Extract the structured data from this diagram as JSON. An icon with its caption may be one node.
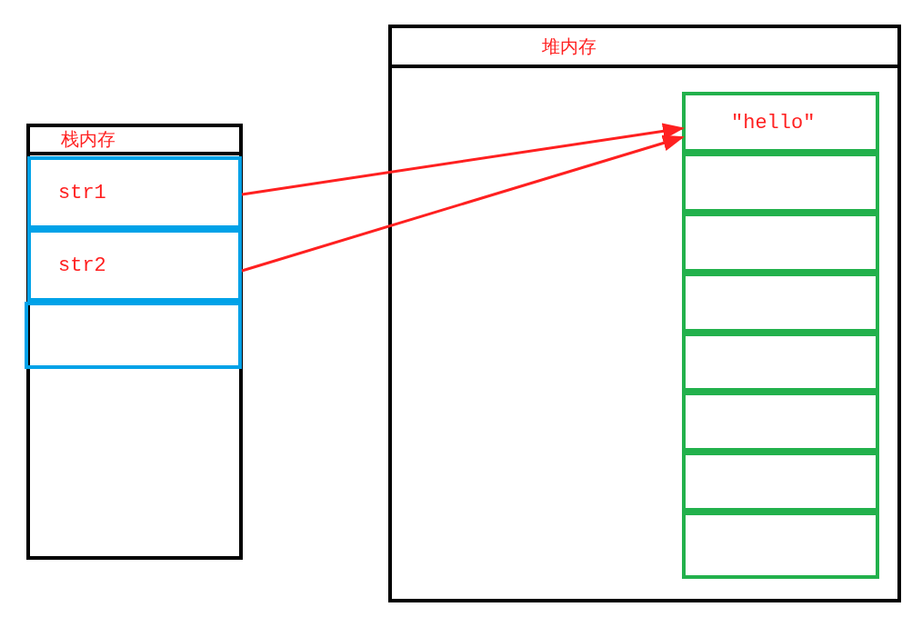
{
  "diagram": {
    "nodes": [
      {
        "text": [
          "栈内存"
        ]
      },
      {
        "text": [
          "str1"
        ],
        "in": 0
      },
      {
        "text": [
          "str2"
        ],
        "in": 0
      },
      {
        "text": [],
        "shape": "box",
        "in": 0
      },
      {
        "text": [
          "堆内存"
        ]
      },
      {
        "text": [
          "\"hello\""
        ],
        "in": 4
      },
      {
        "text": [],
        "shape": "box",
        "in": 4
      },
      {
        "text": [],
        "shape": "box",
        "in": 4
      },
      {
        "text": [],
        "shape": "box",
        "in": 4
      },
      {
        "text": [],
        "shape": "box",
        "in": 4
      },
      {
        "text": [],
        "shape": "box",
        "in": 4
      },
      {
        "text": [],
        "shape": "box",
        "in": 4
      },
      {
        "text": [],
        "shape": "box",
        "in": 4
      }
    ],
    "edges": [
      {
        "from": 1,
        "to": 5,
        "arrow": "to"
      },
      {
        "from": 2,
        "to": 5,
        "arrow": "to"
      }
    ]
  }
}
